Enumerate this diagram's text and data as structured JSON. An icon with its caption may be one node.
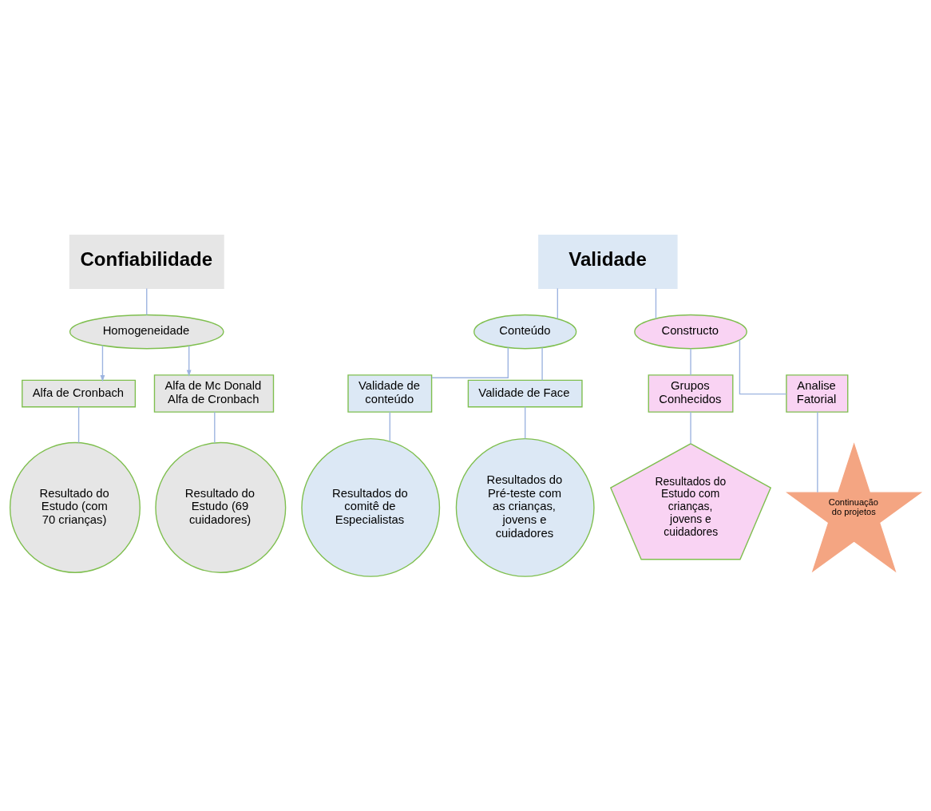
{
  "diagram": {
    "nodes": [
      {
        "text": [
          "Confiabilidade"
        ]
      },
      {
        "text": [
          "Validade"
        ]
      },
      {
        "text": [
          "Homogeneidade"
        ]
      },
      {
        "text": [
          "Conteúdo"
        ]
      },
      {
        "text": [
          "Constructo"
        ]
      },
      {
        "text": [
          "Alfa de Cronbach"
        ]
      },
      {
        "text": [
          "Alfa de Mc Donald Alfa de Cronbach"
        ]
      },
      {
        "text": [
          "Validade de conteúdo"
        ]
      },
      {
        "text": [
          "Validade de Face"
        ]
      },
      {
        "text": [
          "Grupos Conhecidos"
        ]
      },
      {
        "text": [
          "Analise Fatorial"
        ]
      },
      {
        "text": [
          "Resultado do Estudo (com 70 crianças)"
        ]
      },
      {
        "text": [
          "Resultado do Estudo (69 cuidadores)"
        ]
      },
      {
        "text": [
          "Resultados do comitê de Especialistas"
        ]
      },
      {
        "text": [
          "Resultados do Pré-teste com as crianças, jovens e cuidadores"
        ]
      },
      {
        "text": [
          "Continuação do projetos"
        ]
      },
      {
        "text": [
          "Resultados do Estudo com crianças, jovens e cuidadores"
        ]
      }
    ],
    "edges": [
      {
        "from": 0,
        "to": 2,
        "arrow": "none"
      },
      {
        "from": 2,
        "to": 5,
        "arrow": "to"
      },
      {
        "from": 2,
        "to": 6,
        "arrow": "to"
      },
      {
        "from": 1,
        "to": 3,
        "arrow": "none"
      },
      {
        "from": 1,
        "to": 4,
        "arrow": "none"
      },
      {
        "from": 3,
        "to": 7,
        "arrow": "none"
      },
      {
        "from": 3,
        "to": 8,
        "arrow": "none"
      },
      {
        "from": 4,
        "to": 9,
        "arrow": "none"
      },
      {
        "from": 4,
        "to": 10,
        "arrow": "none"
      },
      {
        "from": 5,
        "to": 11,
        "arrow": "none"
      },
      {
        "from": 6,
        "to": 12,
        "arrow": "none"
      },
      {
        "from": 7,
        "to": 13,
        "arrow": "none"
      },
      {
        "from": 8,
        "to": 14,
        "arrow": "none"
      },
      {
        "from": 9,
        "to": 16,
        "arrow": "none"
      },
      {
        "from": 10,
        "to": 15,
        "arrow": "none"
      }
    ]
  }
}
